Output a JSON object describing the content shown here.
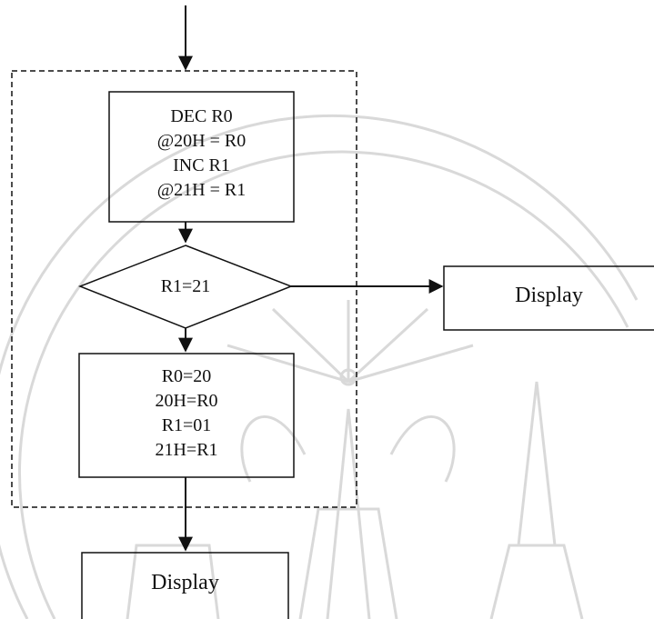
{
  "diagram": {
    "process_block_1": {
      "lines": [
        "DEC R0",
        "@20H = R0",
        "INC R1",
        "@21H = R1"
      ]
    },
    "decision": {
      "label": "R1=21"
    },
    "display_right": {
      "label": "Display"
    },
    "process_block_2": {
      "lines": [
        "R0=20",
        "20H=R0",
        "R1=01",
        "21H=R1"
      ]
    },
    "display_bottom": {
      "label": "Display"
    }
  }
}
